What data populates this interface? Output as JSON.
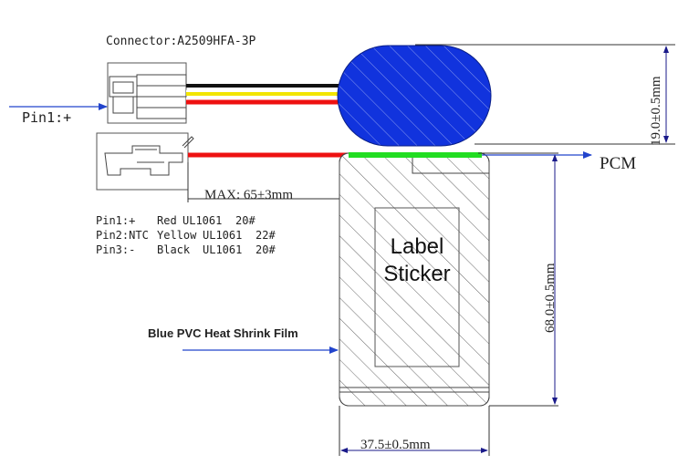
{
  "connector_label": "Connector:A2509HFA-3P",
  "pin1_arrow_label": "Pin1:+",
  "pcm_label": "PCM",
  "max_length_label": "MAX: 65±3mm",
  "pin_table": [
    {
      "pin": "Pin1:+",
      "color": "Red",
      "wire": "UL1061",
      "gauge": "20#"
    },
    {
      "pin": "Pin2:NTC",
      "color": "Yellow",
      "wire": "UL1061",
      "gauge": "22#"
    },
    {
      "pin": "Pin3:-",
      "color": "Black",
      "wire": "UL1061",
      "gauge": "20#"
    }
  ],
  "label_sticker": {
    "line1": "Label",
    "line2": "Sticker"
  },
  "heat_shrink_label": "Blue PVC Heat Shrink Film",
  "dimensions": {
    "thickness": "19.0±0.5mm",
    "length": "68.0±0.5mm",
    "width": "37.5±0.5mm"
  },
  "colors": {
    "cell_blue": "#1133dd",
    "wire_red": "#ee1111",
    "wire_yellow": "#f2e500",
    "wire_black": "#111111",
    "pcm_green": "#22dd22",
    "arrow_blue": "#2244cc"
  }
}
